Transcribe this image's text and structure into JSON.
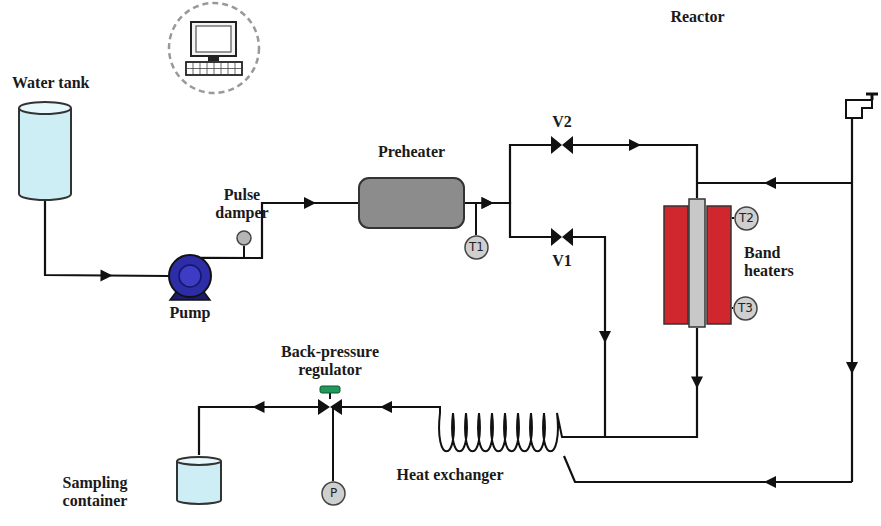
{
  "diagram": {
    "nodes": [
      {
        "text": [
          "Water tank"
        ]
      },
      {
        "text": [
          "Pulse damper"
        ]
      },
      {
        "text": [
          "Pump"
        ]
      },
      {
        "text": [
          "Preheater"
        ]
      },
      {
        "text": [
          "T1"
        ]
      },
      {
        "text": [
          "V2"
        ]
      },
      {
        "text": [
          "V1"
        ]
      },
      {
        "text": [
          "Reactor"
        ]
      },
      {
        "text": [
          "Band heaters"
        ]
      },
      {
        "text": [
          "T2"
        ]
      },
      {
        "text": [
          "T3"
        ]
      },
      {
        "text": [
          "Back-pressure regulator"
        ]
      },
      {
        "text": [
          "P"
        ]
      },
      {
        "text": [
          "Heat exchanger"
        ]
      },
      {
        "text": [
          "Sampling container"
        ]
      }
    ],
    "edges": [
      {
        "from": 0,
        "to": 2,
        "arrow": "to"
      },
      {
        "from": 2,
        "to": 3,
        "arrow": "to"
      },
      {
        "from": 3,
        "to": 5,
        "arrow": "to"
      },
      {
        "from": 3,
        "to": 6,
        "arrow": "to"
      },
      {
        "from": 5,
        "to": 7,
        "arrow": "to"
      },
      {
        "from": 6,
        "to": 13,
        "arrow": "to"
      },
      {
        "from": 7,
        "to": 13,
        "arrow": "to"
      },
      {
        "from": 13,
        "to": 11,
        "arrow": "to"
      },
      {
        "from": 11,
        "to": 14,
        "arrow": "to"
      }
    ]
  }
}
